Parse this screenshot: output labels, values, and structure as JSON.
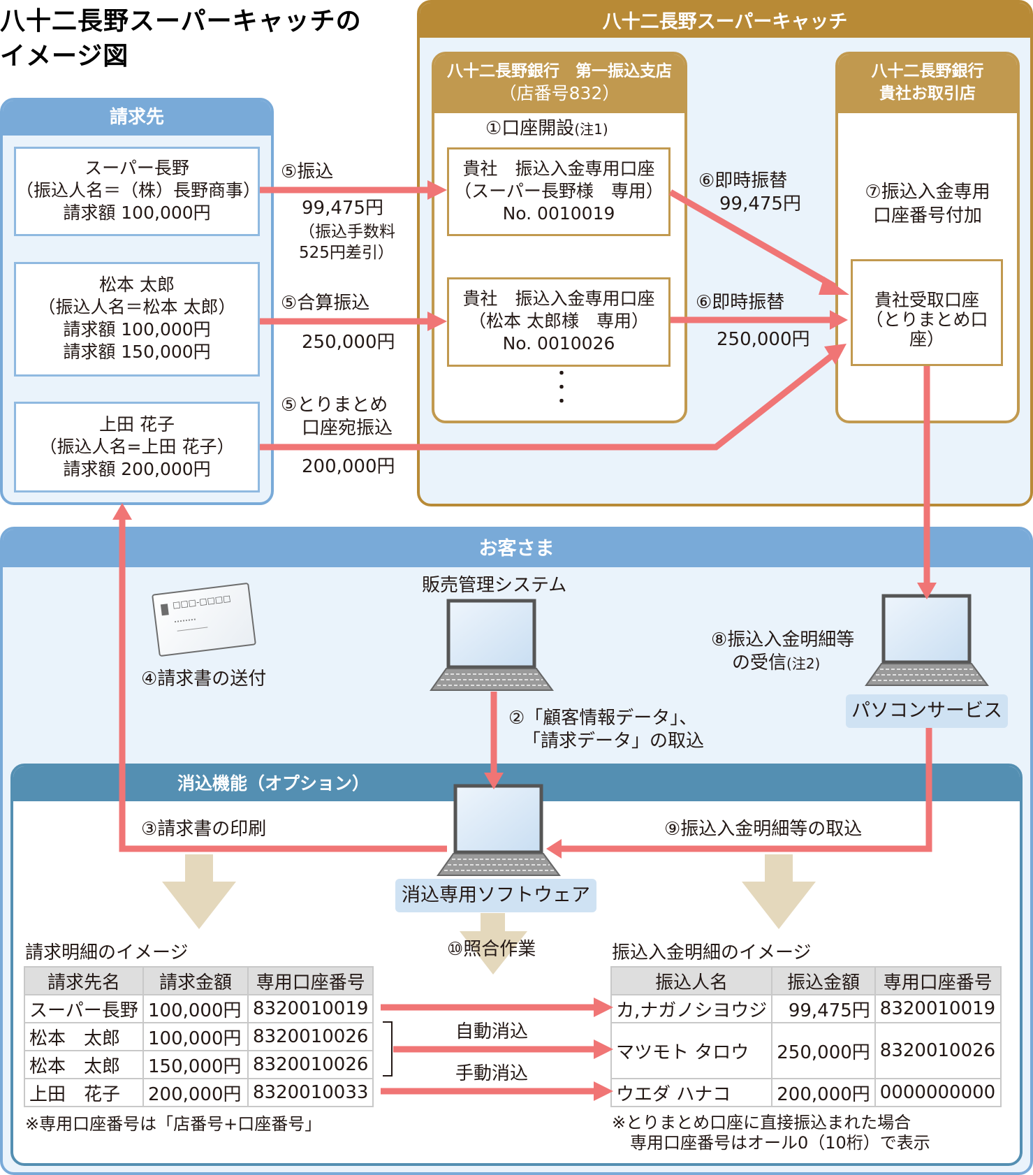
{
  "title": {
    "line1": "八十二長野スーパーキャッチの",
    "line2": "イメージ図"
  },
  "colors": {
    "arrow": "#f07575",
    "gold": "#b88a36",
    "gold_light": "#c1994f",
    "blue_panel": "#79aad8",
    "blue_dark": "#548fb2",
    "panel_bg": "#eaf3fb",
    "tag_bg": "#cfe2f3",
    "beige_arrow": "#e4d8bc"
  },
  "seikyusaki": {
    "header": "請求先",
    "customers": [
      {
        "name": "スーパー長野",
        "payer": "（振込人名＝（株）長野商事）",
        "amounts": [
          "請求額 100,000円"
        ]
      },
      {
        "name": "松本 太郎",
        "payer": "（振込人名＝松本 太郎）",
        "amounts": [
          "請求額 100,000円",
          "請求額 150,000円"
        ]
      },
      {
        "name": "上田 花子",
        "payer": "（振込人名=上田 花子）",
        "amounts": [
          "請求額 200,000円"
        ]
      }
    ]
  },
  "transfers": [
    {
      "label": "⑤振込",
      "amount": "99,475円",
      "note1": "（振込手数料",
      "note2": "525円差引）"
    },
    {
      "label": "⑤合算振込",
      "amount": "250,000円"
    },
    {
      "label1": "⑤とりまとめ",
      "label2": "口座宛振込",
      "amount": "200,000円"
    }
  ],
  "supercatch": {
    "header": "八十二長野スーパーキャッチ",
    "branch": {
      "header1": "八十二長野銀行　第一振込支店",
      "header2": "（店番号832）",
      "step1": "①口座開設",
      "step1_note": "(注1)",
      "accounts": [
        {
          "line1": "貴社　振込入金専用口座",
          "line2": "（スーパー長野様　専用）",
          "line3": "No. 0010019"
        },
        {
          "line1": "貴社　振込入金専用口座",
          "line2": "（松本 太郎様　専用）",
          "line3": "No. 0010026"
        }
      ],
      "ellipsis": "・"
    },
    "transfer6": [
      {
        "label": "⑥即時振替",
        "amount": "99,475円"
      },
      {
        "label": "⑥即時振替",
        "amount": "250,000円"
      }
    ],
    "torihiki": {
      "header1": "八十二長野銀行",
      "header2": "貴社お取引店",
      "step7_1": "⑦振込入金専用",
      "step7_2": "口座番号付加",
      "receive1": "貴社受取口座",
      "receive2": "（とりまとめ口座）"
    }
  },
  "okyaku": {
    "header": "お客さま",
    "sales_system": "販売管理システム",
    "step4": "④請求書の送付",
    "card_text": "□□□-□□□□",
    "step2_1": "②「顧客情報データ」、",
    "step2_2": "「請求データ」の取込",
    "step8_1": "⑧振込入金明細等",
    "step8_2": "の受信",
    "step8_note": "(注2)",
    "pc_service": "パソコンサービス"
  },
  "keshikomi": {
    "header": "消込機能（オプション）",
    "step3": "③請求書の印刷",
    "step9": "⑨振込入金明細等の取込",
    "software": "消込専用ソフトウェア",
    "step10": "⑩照合作業",
    "auto": "自動消込",
    "manual": "手動消込",
    "billing_table": {
      "title": "請求明細のイメージ",
      "headers": [
        "請求先名",
        "請求金額",
        "専用口座番号"
      ],
      "rows": [
        [
          "スーパー長野",
          "100,000円",
          "8320010019"
        ],
        [
          "松本　太郎",
          "100,000円",
          "8320010026"
        ],
        [
          "松本　太郎",
          "150,000円",
          "8320010026"
        ],
        [
          "上田　花子",
          "200,000円",
          "8320010033"
        ]
      ],
      "note": "※専用口座番号は「店番号+口座番号」"
    },
    "deposit_table": {
      "title": "振込入金明細のイメージ",
      "headers": [
        "振込人名",
        "振込金額",
        "専用口座番号"
      ],
      "rows": [
        [
          "カ,ナガノシヨウジ",
          "99,475円",
          "8320010019"
        ],
        [
          "マツモト タロウ",
          "250,000円",
          "8320010026"
        ],
        [
          "ウエダ ハナコ",
          "200,000円",
          "0000000000"
        ]
      ],
      "note1": "※とりまとめ口座に直接振込まれた場合",
      "note2": "専用口座番号はオール0（10桁）で表示"
    }
  }
}
